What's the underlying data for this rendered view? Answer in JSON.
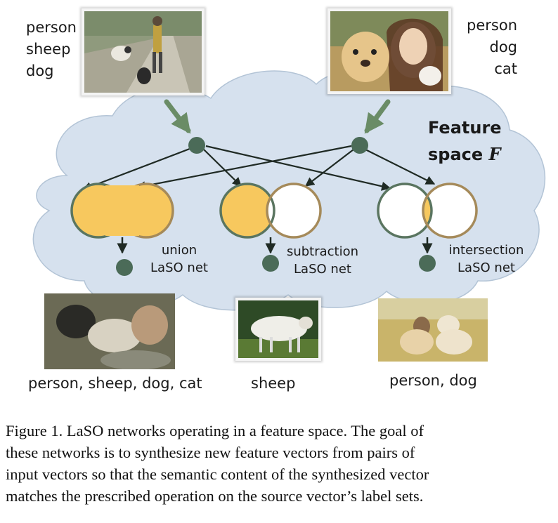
{
  "figure": {
    "input_left": {
      "labels": [
        "person",
        "sheep",
        "dog"
      ]
    },
    "input_right": {
      "labels": [
        "person",
        "dog",
        "cat"
      ]
    },
    "feature_space": {
      "title_word": "Feature",
      "title_line2": "space",
      "symbol": "F"
    },
    "operations": [
      {
        "line1": "union",
        "line2": "LaSO net"
      },
      {
        "line1": "subtraction",
        "line2": "LaSO net"
      },
      {
        "line1": "intersection",
        "line2": "LaSO net"
      }
    ],
    "outputs": [
      {
        "label": "person, sheep, dog, cat"
      },
      {
        "label": "sheep"
      },
      {
        "label": "person, dog"
      }
    ],
    "colors": {
      "cloud": "#d6e1ee",
      "node": "#4b6b58",
      "arrow": "#6a8c66",
      "set_fill": "#f7c85e",
      "ring_left": "#5a7560",
      "ring_right": "#a58a5a"
    }
  },
  "caption": {
    "lines": [
      "Figure 1. LaSO networks operating in a feature space. The goal of",
      "these networks is to synthesize new feature vectors from pairs of",
      "input vectors so that the semantic content of the synthesized vector",
      "matches the prescribed operation on the source vector’s label sets."
    ]
  }
}
